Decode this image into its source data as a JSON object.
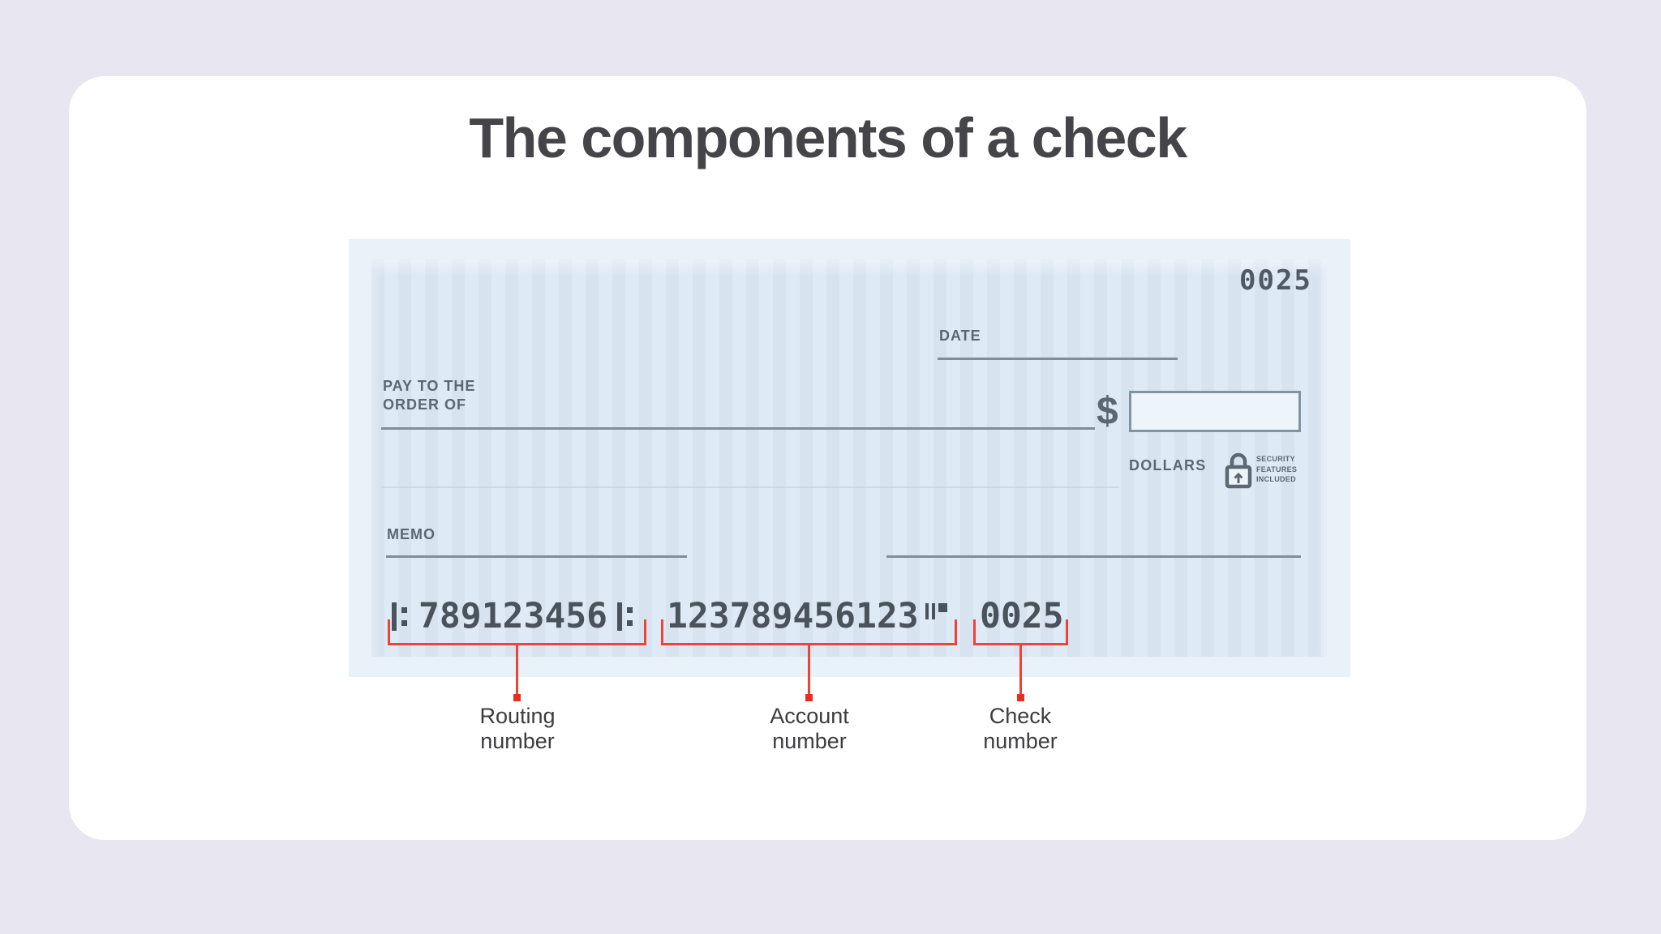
{
  "title": "The components of a check",
  "check": {
    "check_number_top": "0025",
    "date_label": "DATE",
    "pay_to_line1": "PAY TO THE",
    "pay_to_line2": "ORDER OF",
    "dollar_sign": "$",
    "dollars_label": "DOLLARS",
    "security_stamp": [
      "SECURITY",
      "FEATURES",
      "INCLUDED"
    ],
    "memo_label": "MEMO",
    "micr": {
      "routing_number": "789123456",
      "account_number": "123789456123",
      "check_number": "0025"
    }
  },
  "annotations": [
    {
      "line1": "Routing",
      "line2": "number"
    },
    {
      "line1": "Account",
      "line2": "number"
    },
    {
      "line1": "Check",
      "line2": "number"
    }
  ],
  "colors": {
    "background": "#e8e6f0",
    "card": "#ffffff",
    "check_frame": "#e9f2f9",
    "check_stripe_dark": "#d7e4f0",
    "check_stripe_light": "#deeaf5",
    "check_text": "#5b6874",
    "line_gray": "#7e8e9b",
    "micr_text": "#4a535c",
    "annotation_red": "#ee4437",
    "label_text": "#3d3d40"
  }
}
